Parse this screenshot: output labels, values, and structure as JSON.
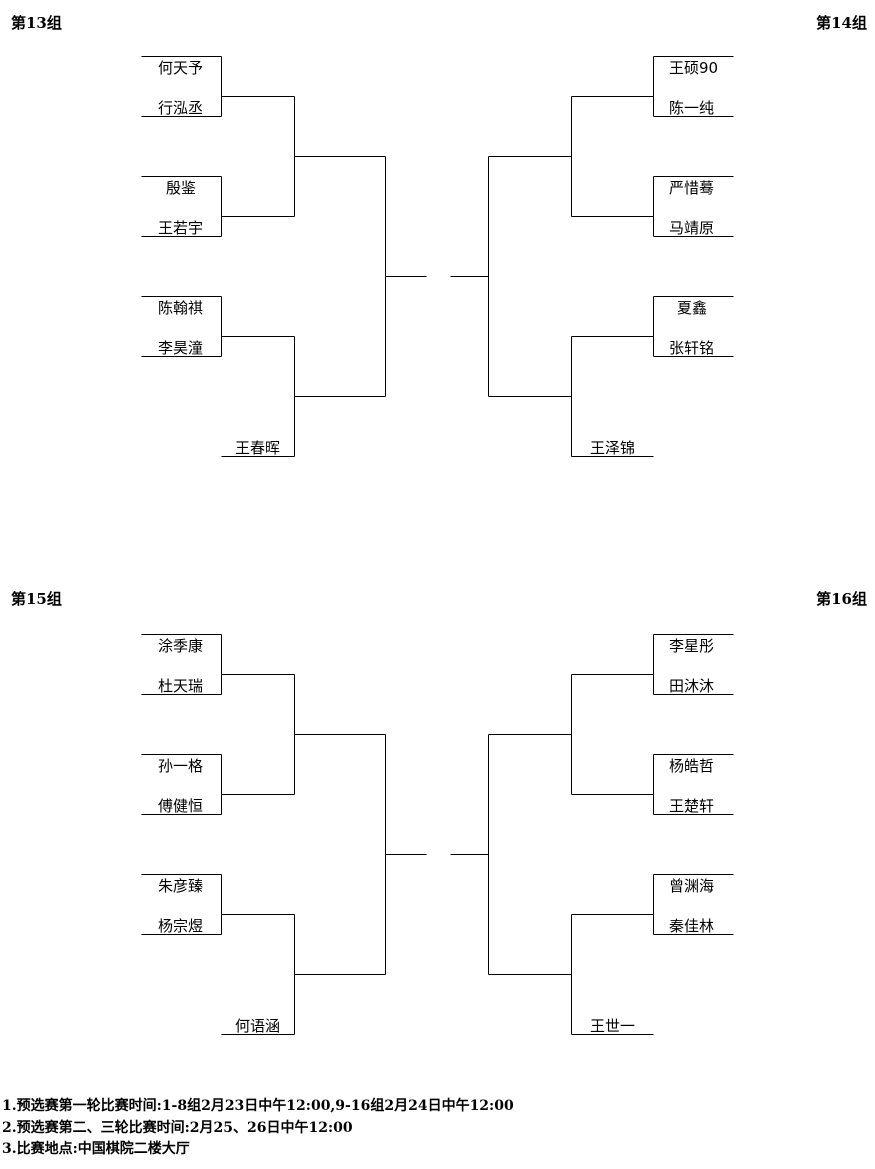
{
  "groups": [
    {
      "label": "第13组",
      "players": [
        "何天予",
        "行泓丞",
        "殷鉴",
        "王若宇",
        "陈翰祺",
        "李昊潼",
        "王春晖"
      ]
    },
    {
      "label": "第14组",
      "players": [
        "王硕90",
        "陈一纯",
        "严惜蓦",
        "马靖原",
        "夏鑫",
        "张轩铭",
        "王泽锦"
      ]
    },
    {
      "label": "第15组",
      "players": [
        "涂季康",
        "杜天瑞",
        "孙一格",
        "傅健恒",
        "朱彦臻",
        "杨宗煜",
        "何语涵"
      ]
    },
    {
      "label": "第16组",
      "players": [
        "李星彤",
        "田沐沐",
        "杨皓哲",
        "王楚轩",
        "曾渊海",
        "秦佳林",
        "王世一"
      ]
    }
  ],
  "notes": [
    "1.预选赛第一轮比赛时间:1-8组2月23日中午12:00,9-16组2月24日中午12:00",
    "2.预选赛第二、三轮比赛时间:2月25、26日中午12:00",
    "3.比赛地点:中国棋院二楼大厅"
  ]
}
